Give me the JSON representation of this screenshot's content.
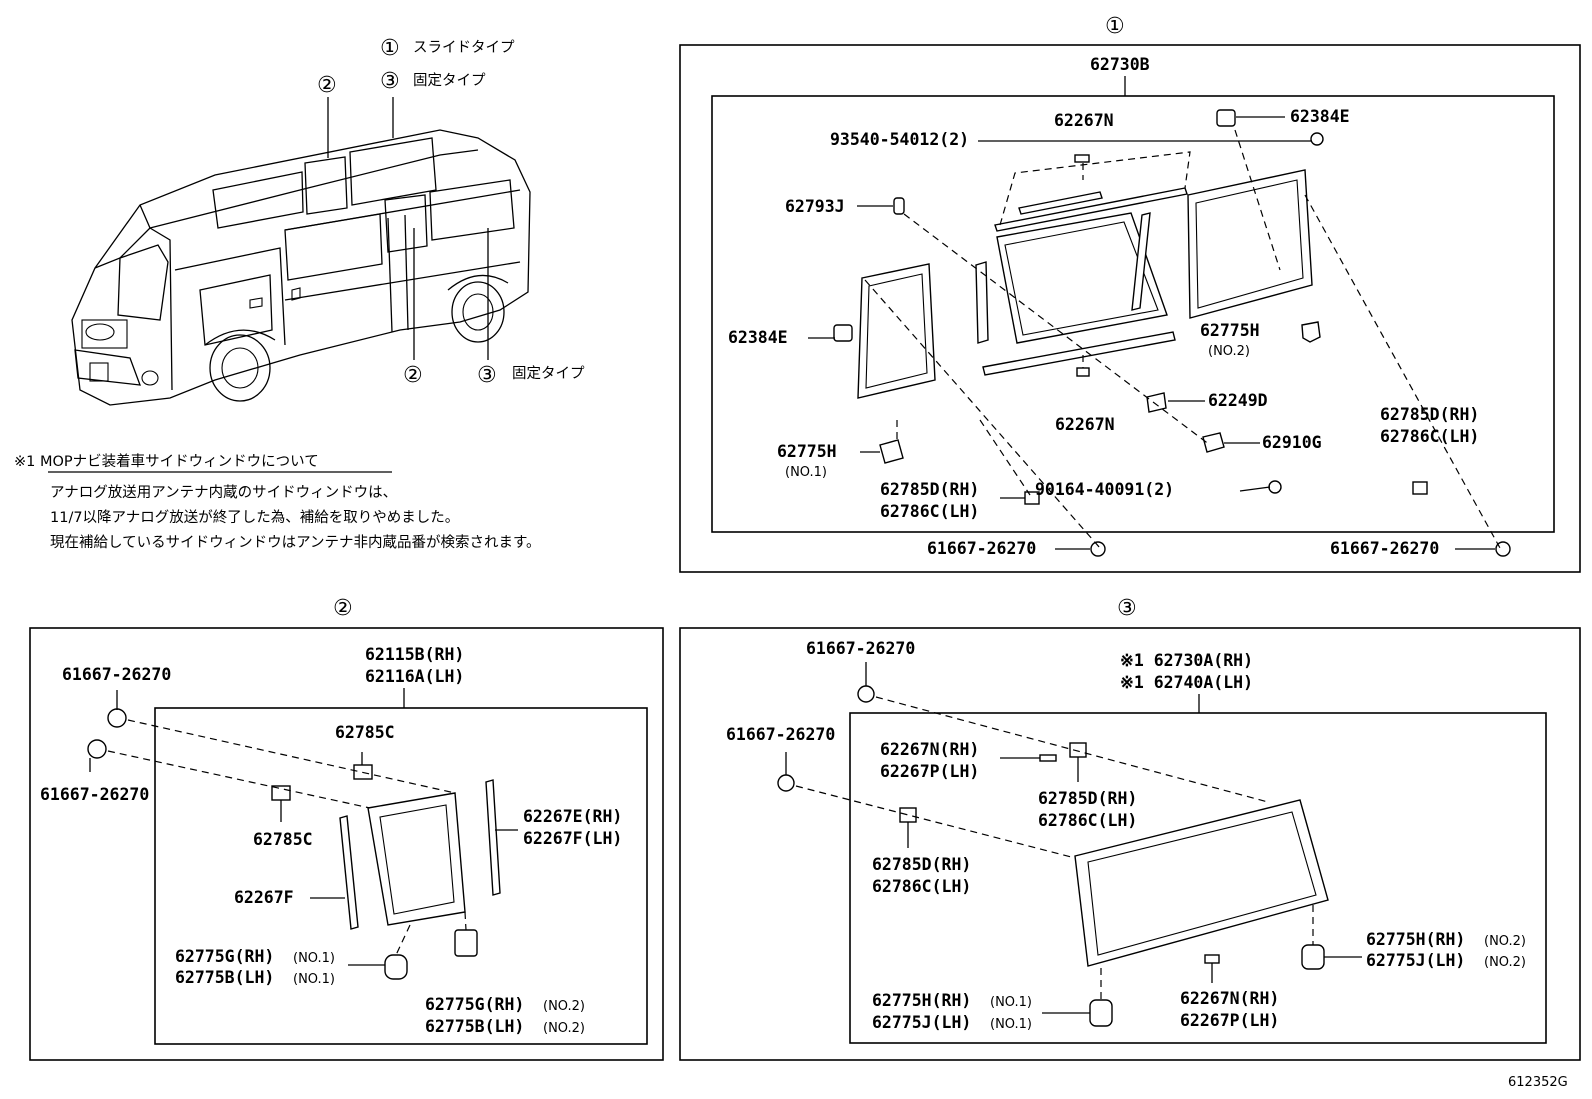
{
  "legend": {
    "slide": {
      "mark": "①",
      "text": "スライドタイプ"
    },
    "fixed": {
      "mark": "③",
      "text": "固定タイプ"
    }
  },
  "van_markers": {
    "upper_2": "②",
    "lower_2": "②",
    "lower_3": "③",
    "lower_3_text": "固定タイプ"
  },
  "note": {
    "title": "※1 MOPナビ装着車サイドウィンドウについて",
    "lines": [
      "アナログ放送用アンテナ内蔵のサイドウィンドウは、",
      "11/7以降アナログ放送が終了した為、補給を取りやめました。",
      "現在補給しているサイドウィンドウはアンテナ非内蔵品番が検索されます。"
    ]
  },
  "panel1": {
    "marker": "①",
    "assembly": "62730B",
    "labels": {
      "bolt": "93540-54012(2)",
      "n_top": "62267N",
      "e_top": "62384E",
      "j": "62793J",
      "e_left": "62384E",
      "h_right": "62775H",
      "h_right_no": "(NO.2)",
      "n_mid": "62267N",
      "d249": "62249D",
      "g910": "62910G",
      "screw": "90164-40091(2)",
      "h_left": "62775H",
      "h_left_no": "(NO.1)",
      "d_rh_left": "62785D(RH)",
      "c_lh_left": "62786C(LH)",
      "d_rh_right": "62785D(RH)",
      "c_lh_right": "62786C(LH)",
      "clip_left": "61667-26270",
      "clip_right": "61667-26270"
    }
  },
  "panel2": {
    "marker": "②",
    "assembly_rh": "62115B(RH)",
    "assembly_lh": "62116A(LH)",
    "labels": {
      "clip_top": "61667-26270",
      "clip_bottom": "61667-26270",
      "c_top": "62785C",
      "c_left": "62785C",
      "e_rh": "62267E(RH)",
      "f_lh": "62267F(LH)",
      "f": "62267F",
      "g_rh_1": "62775G(RH)",
      "g_rh_1_no": "(NO.1)",
      "b_lh_1": "62775B(LH)",
      "b_lh_1_no": "(NO.1)",
      "g_rh_2": "62775G(RH)",
      "g_rh_2_no": "(NO.2)",
      "b_lh_2": "62775B(LH)",
      "b_lh_2_no": "(NO.2)"
    }
  },
  "panel3": {
    "marker": "③",
    "assembly_rh": "※1 62730A(RH)",
    "assembly_lh": "※1 62740A(LH)",
    "labels": {
      "clip_top": "61667-26270",
      "clip_left": "61667-26270",
      "n_rh": "62267N(RH)",
      "p_lh": "62267P(LH)",
      "d_rh_top": "62785D(RH)",
      "c_lh_top": "62786C(LH)",
      "d_rh_left": "62785D(RH)",
      "c_lh_left": "62786C(LH)",
      "h_rh_right": "62775H(RH)",
      "h_rh_right_no": "(NO.2)",
      "j_lh_right": "62775J(LH)",
      "j_lh_right_no": "(NO.2)",
      "h_rh_left": "62775H(RH)",
      "h_rh_left_no": "(NO.1)",
      "j_lh_left": "62775J(LH)",
      "j_lh_left_no": "(NO.1)",
      "n_rh_bottom": "62267N(RH)",
      "p_lh_bottom": "62267P(LH)"
    }
  },
  "figure_id": "612352G"
}
